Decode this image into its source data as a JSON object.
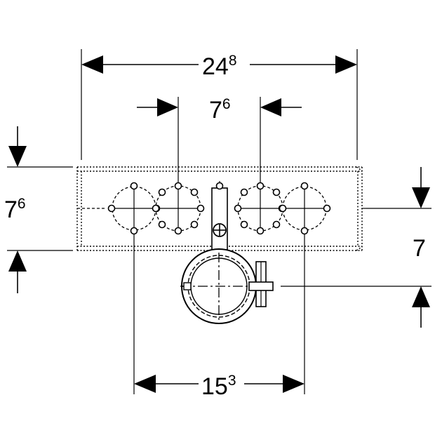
{
  "dimensions": {
    "overall_width": {
      "main": "24",
      "sup": "8"
    },
    "spacing_top": {
      "main": "7",
      "sup": "6"
    },
    "height_left": {
      "main": "7",
      "sup": "6"
    },
    "offset_right": {
      "main": "7",
      "sup": ""
    },
    "spacing_bottom": {
      "main": "15",
      "sup": "3"
    }
  }
}
